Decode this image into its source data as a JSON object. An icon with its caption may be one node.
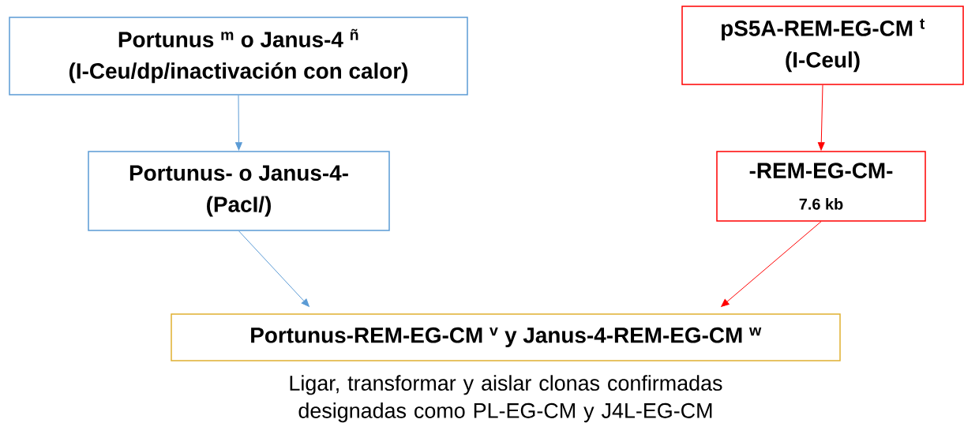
{
  "diagram": {
    "nodes": [
      {
        "text": [
          "Portunus $^{m}$ o Janus-4 $^{ñ}$",
          "(I-Ceu/dp/inactivación con calor)"
        ]
      },
      {
        "text": [
          "pS5A-REM-EG-CM $^{t}$",
          "(I-Ceul)"
        ]
      },
      {
        "text": [
          "Portunus- o Janus-4-",
          "(PacI/)"
        ]
      },
      {
        "text": [
          "-REM-EG-CM-",
          "7.6 kb"
        ]
      },
      {
        "text": [
          "Portunus-REM-EG-CM $^{v}$ y Janus-4-REM-EG-CM $^{w}$"
        ],
        "beside": [
          "Ligar, transformar y aislar clonas confirmadas designadas como PL-EG-CM y J4L-EG-CM"
        ]
      }
    ],
    "edges": [
      {
        "from": 0,
        "to": 2,
        "arrow": "to",
        "color": "#5b9bd5"
      },
      {
        "from": 1,
        "to": 3,
        "arrow": "to",
        "color": "#ff0000"
      },
      {
        "from": 2,
        "to": 4,
        "arrow": "to",
        "color": "#5b9bd5"
      },
      {
        "from": 3,
        "to": 4,
        "arrow": "to",
        "color": "#ff0000"
      }
    ]
  }
}
